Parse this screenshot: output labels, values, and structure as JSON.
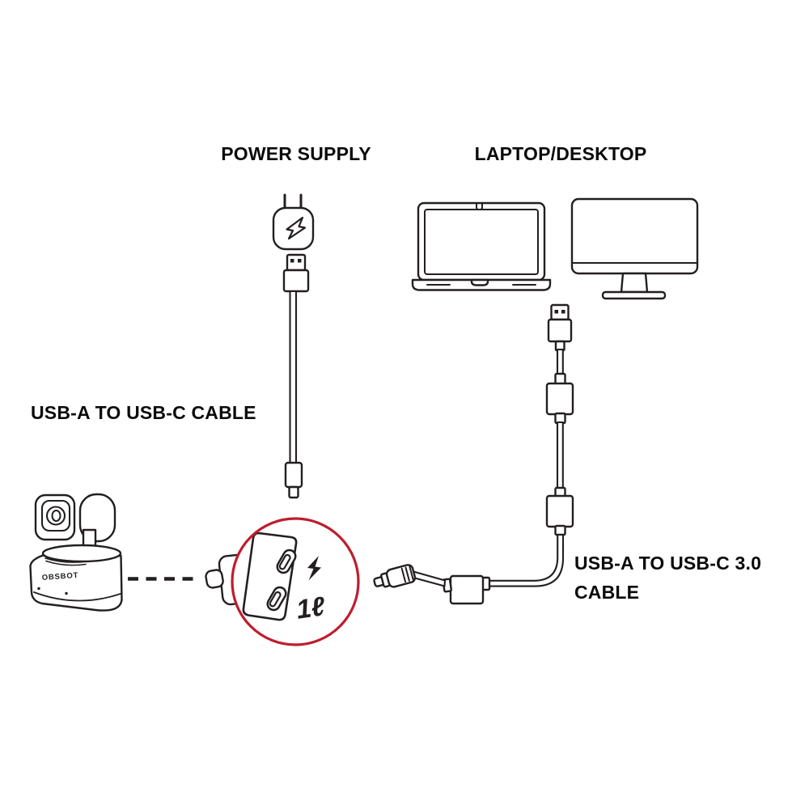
{
  "labels": {
    "power_supply": "POWER SUPPLY",
    "laptop_desktop": "LAPTOP/DESKTOP",
    "usb_a_to_usb_c_cable": "USB-A TO USB-C CABLE",
    "usb_30_cable_line1": "USB-A TO USB-C 3.0",
    "usb_30_cable_line2": "CABLE"
  },
  "camera": {
    "brand": "OBSBOT"
  },
  "callout": {
    "port_label": "1ℓ",
    "power_port_icon": "lightning-bolt",
    "circle_color": "#be1e2d"
  },
  "icons": {
    "power_adapter_icon": "lightning-bolt-outline"
  },
  "colors": {
    "line": "#231f20",
    "text": "#0a0a0a",
    "accent_red": "#be1e2d",
    "background": "#ffffff"
  }
}
